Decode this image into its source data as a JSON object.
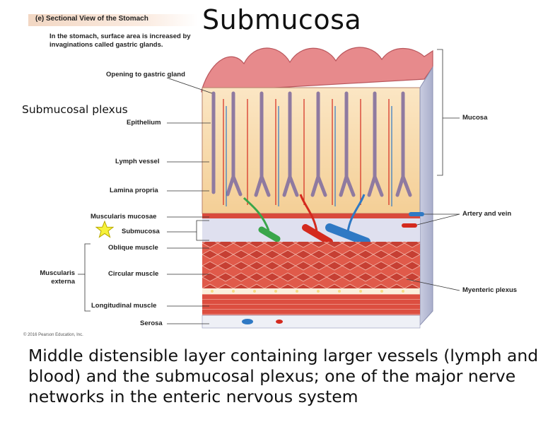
{
  "slide": {
    "title": "Submucosa",
    "description": "Middle distensible layer containing larger vessels (lymph and blood) and the submucosal plexus; one of the major nerve networks in the enteric nervous system",
    "overlay_label": "Submucosal plexus"
  },
  "figure": {
    "caption": "(e) Sectional View of the Stomach",
    "intro": "In the stomach, surface area is increased by invaginations called gastric glands.",
    "copyright": "© 2016 Pearson Education, Inc.",
    "labels_left": {
      "opening": "Opening to gastric gland",
      "epithelium": "Epithelium",
      "lymph_vessel": "Lymph vessel",
      "lamina_propria": "Lamina propria",
      "muscularis_mucosae": "Muscularis mucosae",
      "submucosa": "Submucosa",
      "oblique_muscle": "Oblique muscle",
      "muscularis_externa": "Muscularis externa",
      "circular_muscle": "Circular muscle",
      "longitudinal_muscle": "Longitudinal muscle",
      "serosa": "Serosa"
    },
    "labels_right": {
      "mucosa": "Mucosa",
      "artery_vein": "Artery and vein",
      "myenteric_plexus": "Myenteric plexus"
    },
    "marker_icon": "star-icon",
    "colors": {
      "star": "#f6f23a",
      "mucosa": "#f7d9a8",
      "muscle": "#d94a3c",
      "artery": "#d42a1e",
      "vein": "#2f79c4",
      "lymph": "#3aa64a"
    }
  }
}
